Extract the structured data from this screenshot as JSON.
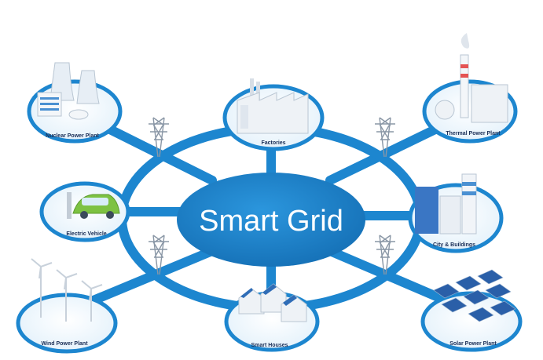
{
  "hub": {
    "title": "Smart Grid"
  },
  "nodes": [
    {
      "id": "nuclear",
      "label": "Nuclear Power Plant",
      "icon": "nuclear-plant-icon"
    },
    {
      "id": "factories",
      "label": "Factories",
      "icon": "factory-icon"
    },
    {
      "id": "thermal",
      "label": "Thermal Power Plant",
      "icon": "thermal-plant-icon"
    },
    {
      "id": "ev",
      "label": "Electric Vehicle",
      "icon": "electric-car-icon"
    },
    {
      "id": "city",
      "label": "City & Buildings",
      "icon": "city-buildings-icon"
    },
    {
      "id": "wind",
      "label": "Wind Power Plant",
      "icon": "wind-turbine-icon"
    },
    {
      "id": "houses",
      "label": "Smart Houses",
      "icon": "smart-house-icon"
    },
    {
      "id": "solar",
      "label": "Solar Power Plant",
      "icon": "solar-panel-icon"
    }
  ],
  "colors": {
    "primary": "#1a7cc4",
    "ring": "#1d86cf",
    "light": "#e6f3fb",
    "pylon": "#8a97a6"
  }
}
